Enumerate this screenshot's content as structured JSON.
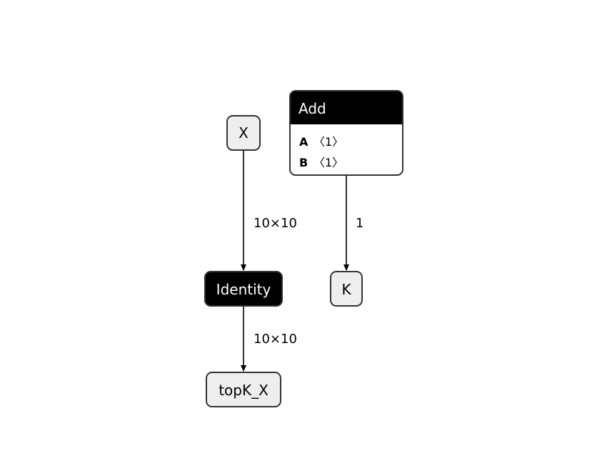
{
  "nodes": {
    "input_x": {
      "label": "X"
    },
    "identity": {
      "label": "Identity"
    },
    "output_topk": {
      "label": "topK_X"
    },
    "add": {
      "label": "Add",
      "attrs": [
        {
          "name": "A",
          "value": "〈1〉"
        },
        {
          "name": "B",
          "value": "〈1〉"
        }
      ]
    },
    "output_k": {
      "label": "K"
    }
  },
  "edges": {
    "x_to_identity": {
      "label": "10×10"
    },
    "identity_to_topk": {
      "label": "10×10"
    },
    "add_to_k": {
      "label": "1"
    }
  },
  "colors": {
    "op_fill": "#000000",
    "io_fill": "#eeeeee",
    "stroke": "#333333",
    "text_dark": "#000000",
    "text_light": "#ffffff"
  }
}
